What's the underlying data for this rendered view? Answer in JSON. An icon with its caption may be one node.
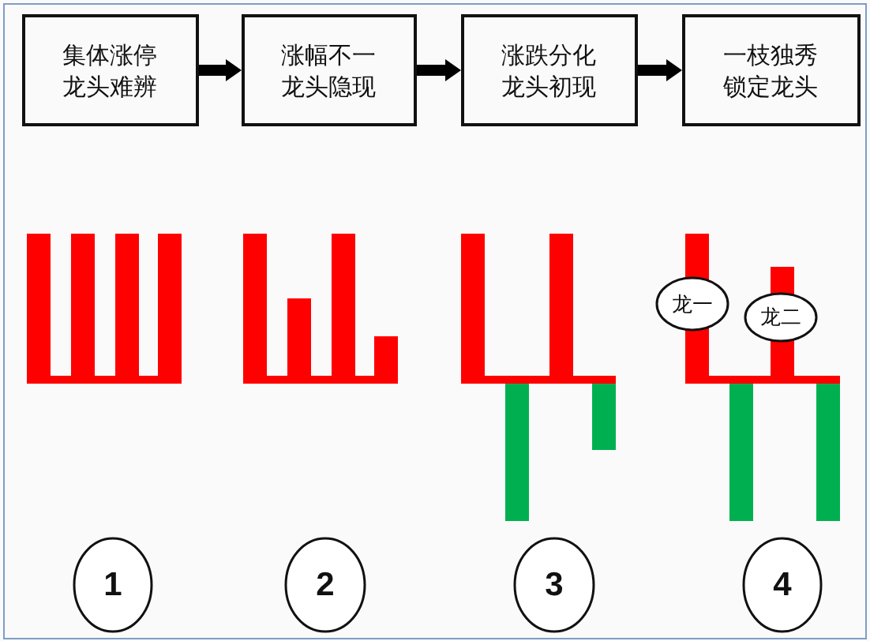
{
  "diagram": {
    "nodes": [
      {
        "text": [
          "集体涨停龙头难辨"
        ]
      },
      {
        "text": [
          "涨幅不一龙头隐现"
        ]
      },
      {
        "text": [
          "涨跌分化龙头初现"
        ]
      },
      {
        "text": [
          "一枝独秀锁定龙头"
        ]
      },
      {
        "text": [
          "龙一"
        ]
      },
      {
        "text": [
          "龙二"
        ]
      },
      {
        "text": [
          "1"
        ]
      },
      {
        "text": [
          "2"
        ]
      },
      {
        "text": [
          "3"
        ]
      },
      {
        "text": [
          "4"
        ]
      }
    ],
    "edges": [
      {
        "from": 0,
        "to": 1,
        "arrow": "to"
      },
      {
        "from": 1,
        "to": 2,
        "arrow": "to"
      },
      {
        "from": 2,
        "to": 3,
        "arrow": "to"
      }
    ]
  }
}
